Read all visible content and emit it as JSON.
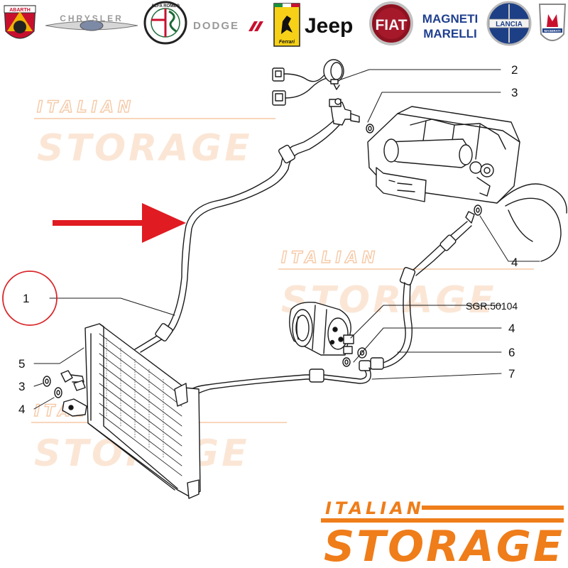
{
  "brand_logos": [
    {
      "name": "abarth-logo",
      "text": "ABARTH"
    },
    {
      "name": "chrysler-logo",
      "text": "CHRYSLER"
    },
    {
      "name": "alfa-romeo-logo",
      "text": "ALFA ROMEO"
    },
    {
      "name": "dodge-logo",
      "text": "DODGE"
    },
    {
      "name": "ferrari-logo",
      "text": "Ferrari"
    },
    {
      "name": "jeep-logo",
      "text": "Jeep"
    },
    {
      "name": "fiat-logo",
      "text": "FIAT"
    },
    {
      "name": "magneti-marelli-logo",
      "text": "MAGNETI MARELLI"
    },
    {
      "name": "lancia-logo",
      "text": "LANCIA"
    },
    {
      "name": "maserati-logo",
      "text": "MASERATI"
    }
  ],
  "watermark": {
    "line1": "ITALIAN",
    "line2": "STORAGE"
  },
  "brand": {
    "line1": "ITALIAN",
    "line2": "STORAGE",
    "color": "#ef7d1a"
  },
  "arrow_color": "#e01b22",
  "highlight_color": "#d9262a",
  "callouts": {
    "c1": "1",
    "c2": "2",
    "c3a": "3",
    "c3b": "3",
    "c4a": "4",
    "c4b": "4",
    "c4c": "4",
    "c5": "5",
    "c6": "6",
    "c7": "7",
    "code": "SGR.50104"
  }
}
